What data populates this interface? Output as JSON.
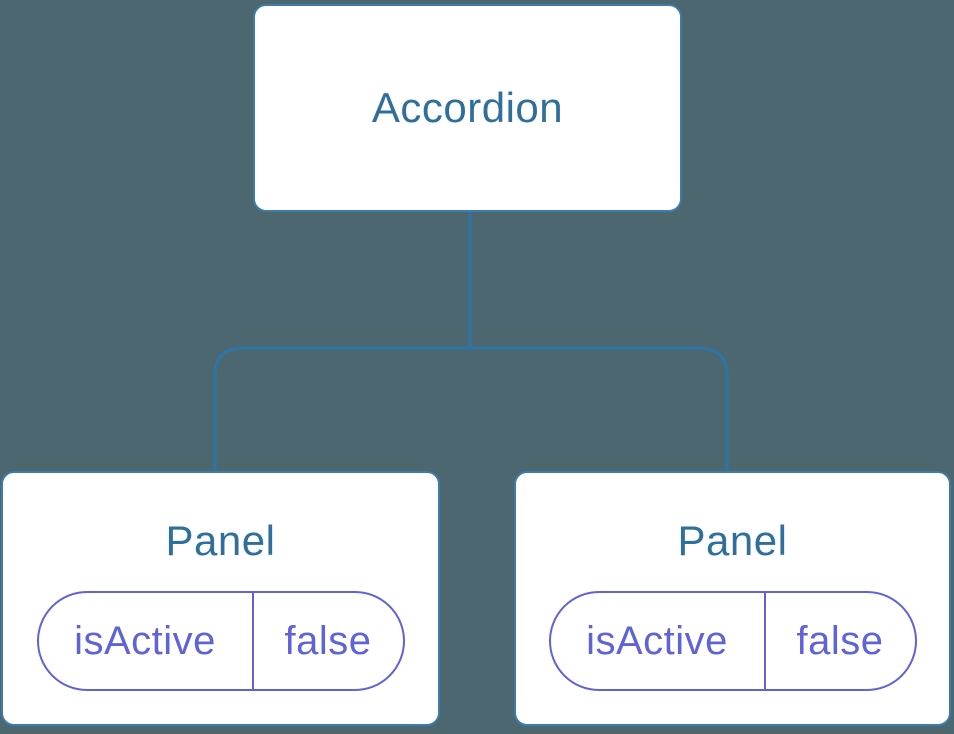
{
  "diagram": {
    "type": "component-tree",
    "colors": {
      "background": "#4D6770",
      "node_fill": "#FFFFFF",
      "node_border": "#3B7CA9",
      "node_text": "#2E6F9C",
      "pill": "#5F63D6",
      "connector": "#2F74A4"
    },
    "root": {
      "label": "Accordion"
    },
    "panels": [
      {
        "label": "Panel",
        "state_key": "isActive",
        "state_value": "false"
      },
      {
        "label": "Panel",
        "state_key": "isActive",
        "state_value": "false"
      }
    ]
  }
}
